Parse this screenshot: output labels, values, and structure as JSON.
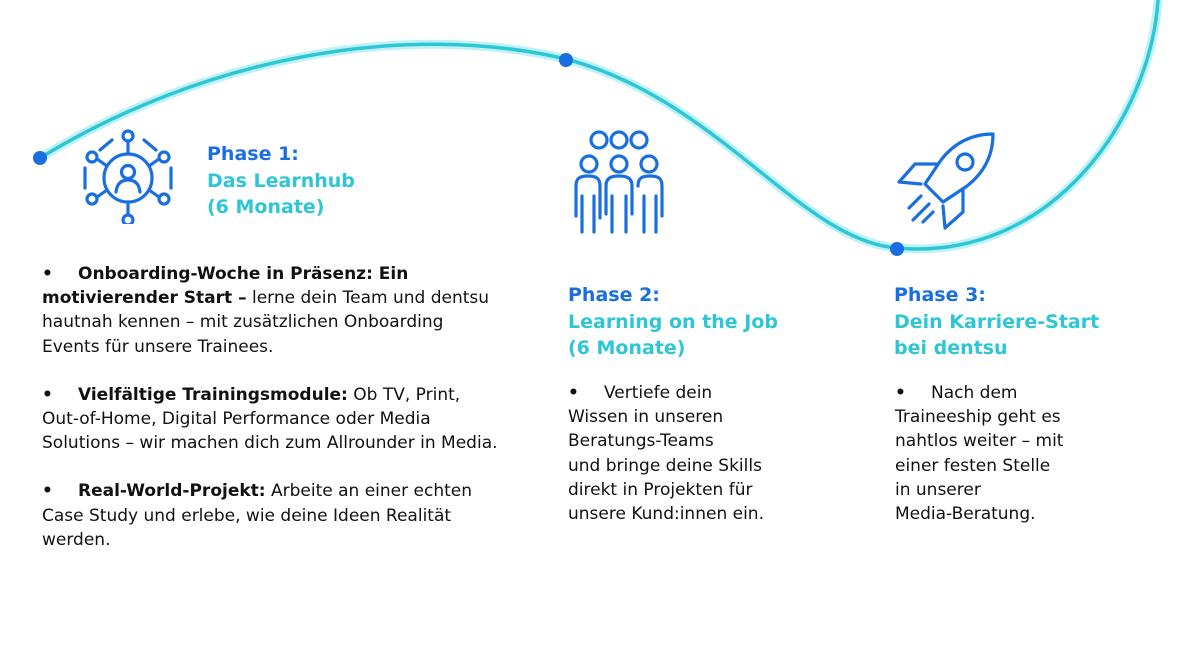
{
  "colors": {
    "primary_blue": "#1a6fe0",
    "accent_cyan": "#2ec6d4",
    "curve_glow": "#bff2f7",
    "text": "#111111"
  },
  "phases": [
    {
      "icon": "network-user-icon",
      "title": "Phase 1:",
      "subtitle_lines": [
        "Das Learnhub",
        "(6 Monate)"
      ],
      "bullets": [
        {
          "bold": "Onboarding-Woche in Präsenz: Ein motivierender Start –",
          "text": " lerne dein Team und dentsu hautnah kennen – mit zusätzlichen Onboarding Events für unsere Trainees."
        },
        {
          "bold": "Vielfältige Trainingsmodule:",
          "text": " Ob TV, Print, Out-of-Home, Digital Performance oder Media Solutions – wir machen dich zum Allrounder in Media."
        },
        {
          "bold": "Real-World-Projekt:",
          "text": " Arbeite an einer echten Case Study und erlebe, wie deine Ideen Realität werden."
        }
      ]
    },
    {
      "icon": "team-icon",
      "title": "Phase 2:",
      "subtitle_lines": [
        "Learning on the Job",
        "(6 Monate)"
      ],
      "bullet_marker": "•",
      "body_lines": [
        "Vertiefe dein",
        "Wissen in unseren",
        "Beratungs-Teams",
        "und bringe deine Skills",
        "direkt in Projekten für",
        "unsere Kund:innen ein."
      ]
    },
    {
      "icon": "rocket-icon",
      "title": "Phase 3:",
      "subtitle_lines": [
        "Dein Karriere-Start",
        "bei dentsu"
      ],
      "bullet_marker": "•",
      "body_lines": [
        "Nach dem",
        "Traineeship geht es",
        "nahtlos weiter – mit",
        "einer festen Stelle",
        "in unserer",
        "Media-Beratung."
      ]
    }
  ]
}
